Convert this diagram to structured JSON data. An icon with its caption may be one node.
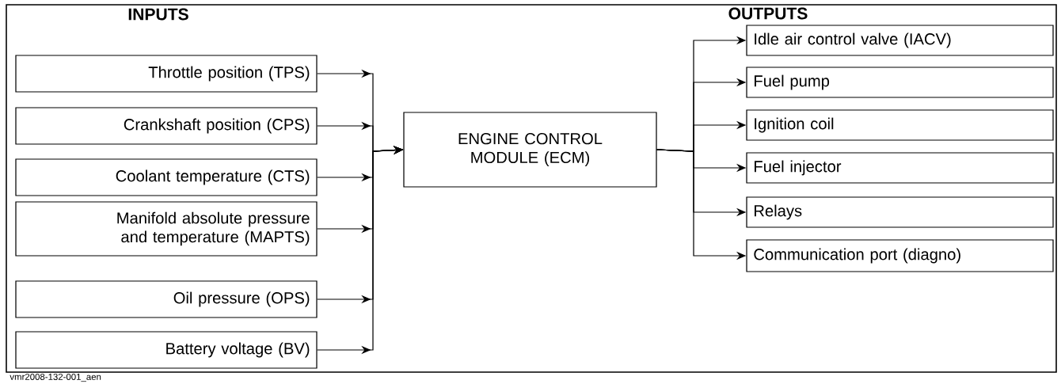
{
  "diagram": {
    "nodes": [
      {
        "text": [
          "Throttle position (TPS)"
        ]
      },
      {
        "text": [
          "Crankshaft position (CPS)"
        ]
      },
      {
        "text": [
          "Coolant temperature (CTS)"
        ]
      },
      {
        "text": [
          "Manifold absolute pressure and temperature (MAPTS)"
        ]
      },
      {
        "text": [
          "Oil pressure (OPS)"
        ]
      },
      {
        "text": [
          "Battery voltage (BV)"
        ]
      },
      {
        "text": [
          "ENGINE CONTROL MODULE (ECM)"
        ]
      },
      {
        "text": [
          "Idle air control valve (IACV)"
        ]
      },
      {
        "text": [
          "Fuel pump"
        ]
      },
      {
        "text": [
          "Ignition coil"
        ]
      },
      {
        "text": [
          "Fuel injector"
        ]
      },
      {
        "text": [
          "Relays"
        ]
      },
      {
        "text": [
          "Communication port (diagno)"
        ]
      }
    ],
    "edges": [
      {
        "from": 0,
        "to": 6,
        "arrow": "to"
      },
      {
        "from": 1,
        "to": 6,
        "arrow": "to"
      },
      {
        "from": 2,
        "to": 6,
        "arrow": "to"
      },
      {
        "from": 3,
        "to": 6,
        "arrow": "to"
      },
      {
        "from": 4,
        "to": 6,
        "arrow": "to"
      },
      {
        "from": 5,
        "to": 6,
        "arrow": "to"
      },
      {
        "from": 6,
        "to": 7,
        "arrow": "to"
      },
      {
        "from": 6,
        "to": 8,
        "arrow": "to"
      },
      {
        "from": 6,
        "to": 9,
        "arrow": "to"
      },
      {
        "from": 6,
        "to": 10,
        "arrow": "to"
      },
      {
        "from": 6,
        "to": 11,
        "arrow": "to"
      },
      {
        "from": 6,
        "to": 12,
        "arrow": "to"
      }
    ],
    "labels": [
      "INPUTS",
      "OUTPUTS",
      "vmr2008-132-001_aen"
    ]
  }
}
